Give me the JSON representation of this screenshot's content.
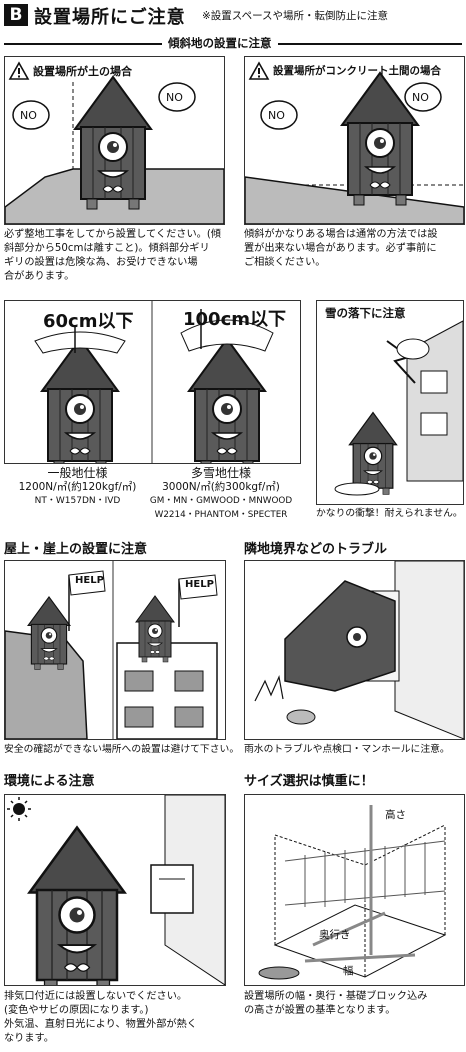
{
  "header": {
    "badge": "B",
    "title": "設置場所にご注意",
    "note": "※設置スペースや場所・転倒防止に注意"
  },
  "slope": {
    "section_title": "傾斜地の設置に注意",
    "left": {
      "title": "設置場所が土の場合",
      "bubble_1": "NO",
      "bubble_2": "NO",
      "caption_lines": [
        "必ず整地工事をしてから設置してください。(傾",
        "斜部分から50cmは離すこと)。傾斜部分ギリ",
        "ギリの設置は危険な為、お受けできない場",
        "合があります。"
      ]
    },
    "right": {
      "title": "設置場所がコンクリート土間の場合",
      "bubble_1": "NO",
      "bubble_2": "NO",
      "caption_lines": [
        "傾斜がかなりある場合は通常の方法では設",
        "置が出来ない場合があります。必ず事前に",
        "ご相談ください。"
      ]
    }
  },
  "snow": {
    "normal": {
      "height_label": "60cm以下",
      "name": "一般地仕様",
      "load": "1200N/㎡(約120kgf/㎡)",
      "models": "NT・W157DN・IVD"
    },
    "heavy": {
      "height_label": "100cm以下",
      "name": "多雪地仕様",
      "load": "3000N/㎡(約300kgf/㎡)",
      "models_1": "GM・MN・GMWOOD・MNWOOD",
      "models_2": "W2214・PHANTOM・SPECTER"
    },
    "falling": {
      "title": "雪の落下に注意",
      "caption": "かなりの衝撃！耐えられません。"
    }
  },
  "roof": {
    "title": "屋上・崖上の設置に注意",
    "help_1": "HELP",
    "help_2": "HELP",
    "caption": "安全の確認ができない場所への設置は避けて下さい。"
  },
  "neighbor": {
    "title": "隣地境界などのトラブル",
    "caption": "雨水のトラブルや点検口・マンホールに注意。"
  },
  "environment": {
    "title": "環境による注意",
    "caption_lines": [
      "排気口付近には設置しないでください。",
      "(変色やサビの原因になります。)",
      "外気温、直射日光により、物置外部が熱く",
      "なります。"
    ]
  },
  "size": {
    "title": "サイズ選択は慎重に！",
    "height_label": "高さ",
    "depth_label": "奥行き",
    "width_label": "幅",
    "caption_lines": [
      "設置場所の幅・奥行・基礎ブロック込み",
      "の高さが設置の基準となります。"
    ]
  }
}
